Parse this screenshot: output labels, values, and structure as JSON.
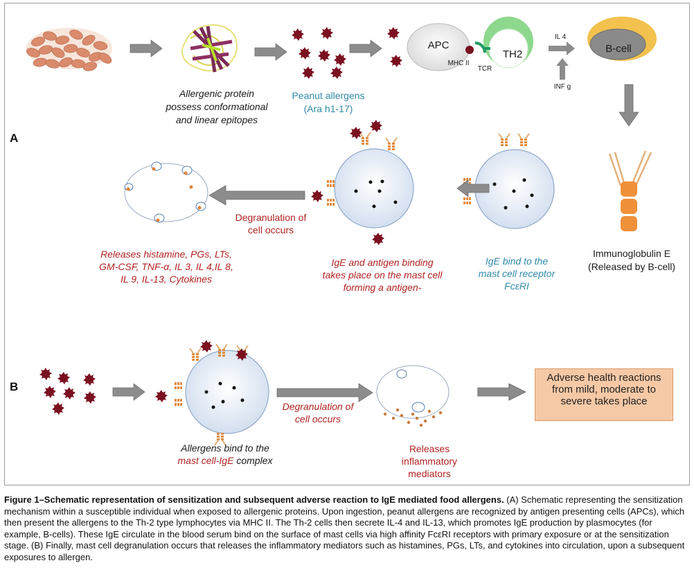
{
  "section_a_label": "A",
  "section_b_label": "B",
  "nodes": {
    "apc": "APC",
    "th2": "TH2",
    "bcell": "B-cell",
    "mhc2": "MHC II",
    "tcr": "TCR",
    "il4": "IL 4",
    "infg": "INF g"
  },
  "labels": {
    "allergenic_protein": "Allergenic protein possess conformational and linear epitopes",
    "peanut_allergens": "Peanut allergens",
    "ara": "(Ara h1-17)",
    "ige_line1": "Immunoglobulin E",
    "ige_line2": "(Released by B-cell)",
    "ige_bind": "IgE bind to the mast cell receptor",
    "fceri": "FcεRI",
    "antigen_binding": "IgE and antigen binding takes place on the mast cell forming a antigen-",
    "degranulation_a": "Degranulation of cell occurs",
    "releases_a": "Releases histamine, PGs, LTs, GM-CSF, TNF-α, IL 3, IL 4,IL 8, IL 9, IL-13, Cytokines",
    "allergens_bind_1": "Allergens bind to the",
    "allergens_bind_2": "mast cell-IgE",
    "allergens_bind_3": " complex",
    "degranulation_b": "Degranulation of cell occurs",
    "releases_b": "Releases inflammatory mediators",
    "adverse": "Adverse health reactions from mild, moderate to severe takes place"
  },
  "caption": {
    "lead": "Figure 1–Schematic representation of sensitization and subsequent adverse reaction to IgE mediated food allergens.",
    "body": " (A) Schematic representing the sensitization mechanism within a susceptible individual when exposed to allergenic proteins. Upon ingestion, peanut allergens are recognized by antigen presenting cells (APCs), which then present the allergens to the Th-2 type lymphocytes via MHC II. The Th-2 cells then secrete IL-4 and IL-13, which promotes IgE production by plasmocytes (for example, B-cells). These IgE circulate in the blood serum bind on the surface of mast cells via high affinity FcεRI receptors with primary exposure or at the sensitization stage. (B) Finally, mast cell degranulation occurs that releases the inflammatory mediators such as histamines, PGs, LTs, and cytokines into circulation, upon a subsequent exposures to allergen."
  },
  "colors": {
    "arrow": "#8c8c8c",
    "allergen": "#7a1020",
    "receptor": "#e38a3c",
    "th2": "#8ed88e",
    "bcell_outer": "#f2c14e",
    "bcell_inner": "#8a8a8a",
    "cell_fill": "#dbe6f3",
    "label_red": "#b22222",
    "label_teal": "#2f8aa8",
    "box_fill": "#f6c9a6"
  }
}
